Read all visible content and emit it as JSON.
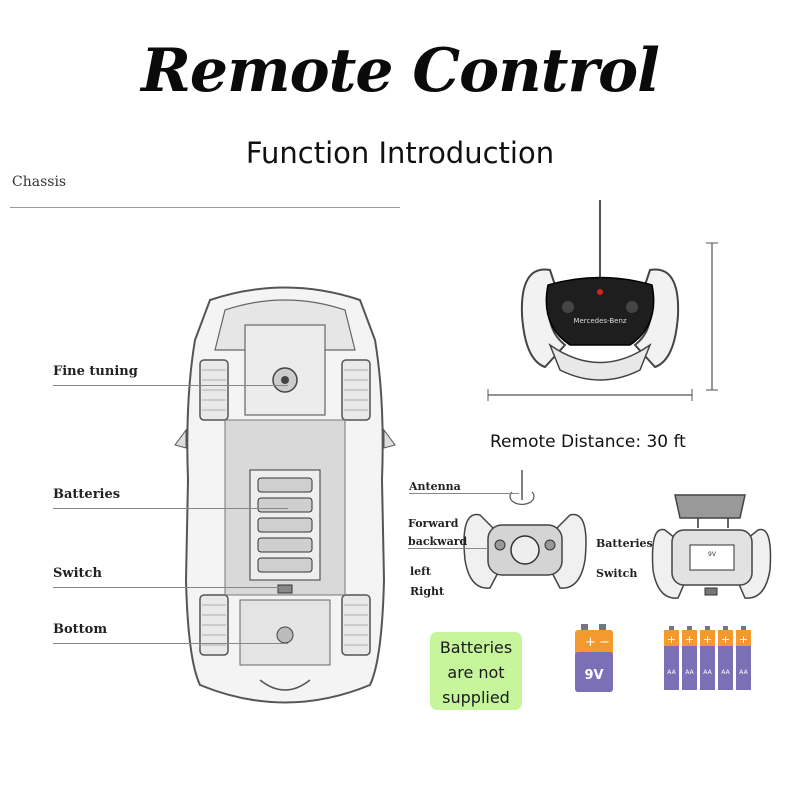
{
  "header": {
    "title": "Remote Control",
    "subtitle": "Function Introduction"
  },
  "chassis": {
    "section_label": "Chassis",
    "callouts": {
      "fine_tuning": "Fine tuning",
      "batteries": "Batteries",
      "switch": "Switch",
      "bottom": "Bottom"
    }
  },
  "remote": {
    "brand_text": "Mercedes-Benz",
    "distance_label": "Remote Distance: 30 ft"
  },
  "controls_diagram": {
    "antenna": "Antenna",
    "forward": "Forward",
    "backward": "backward",
    "left": "left",
    "right": "Right"
  },
  "battery_diagram": {
    "batteries": "Batteries",
    "switch": "Switch",
    "cell_label": "9V"
  },
  "note": {
    "line1": "Batteries",
    "line2": "are not",
    "line3": "supplied"
  },
  "battery_icons": {
    "nine_volt_label": "9V",
    "aa_label": "AA",
    "aa_count": 5,
    "colors": {
      "purple": "#7b6fb5",
      "orange": "#f29a2e",
      "gold": "#d8a23a"
    }
  }
}
